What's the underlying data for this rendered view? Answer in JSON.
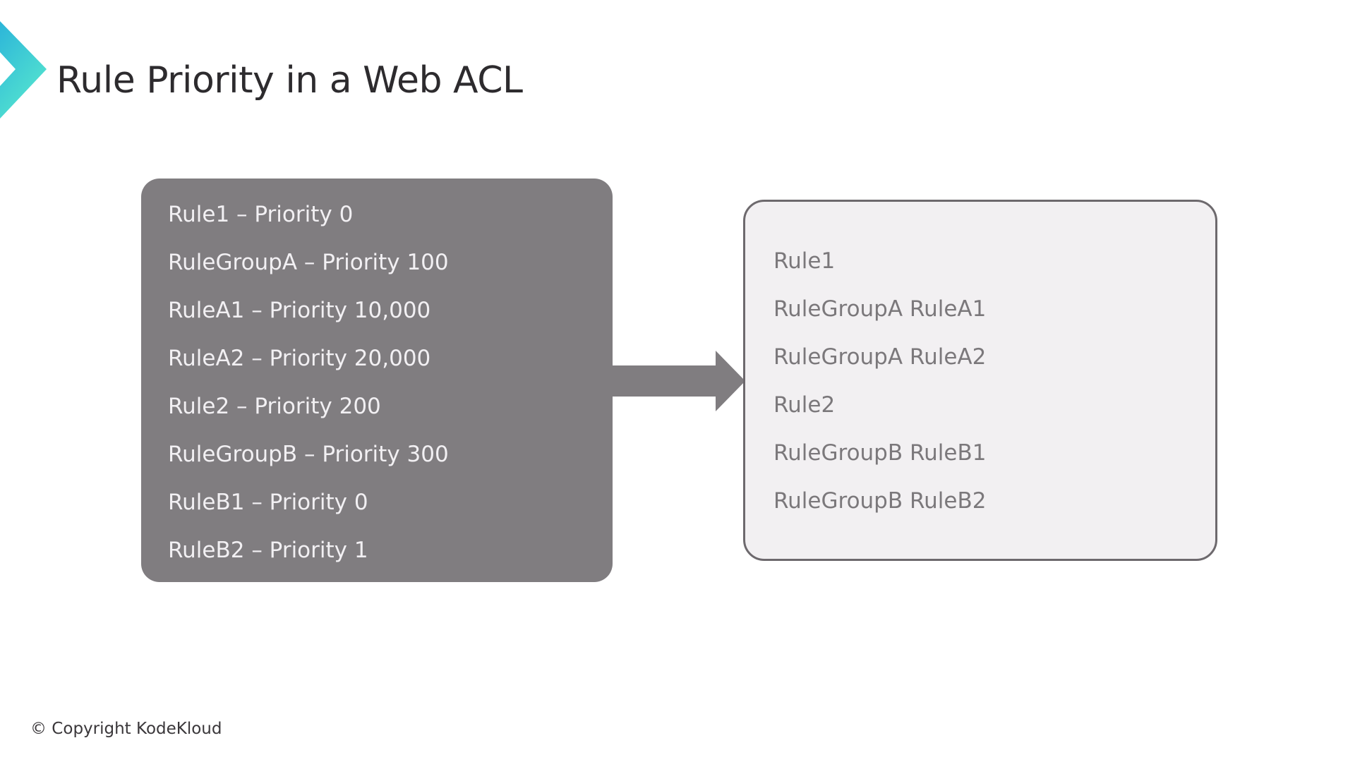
{
  "slide": {
    "title": "Rule Priority in a Web ACL",
    "copyright": "© Copyright KodeKloud"
  },
  "left_panel": {
    "items": [
      "Rule1 – Priority 0",
      "RuleGroupA – Priority 100",
      "RuleA1 – Priority 10,000",
      "RuleA2 – Priority 20,000",
      "Rule2 – Priority 200",
      "RuleGroupB – Priority 300",
      "RuleB1 – Priority 0",
      "RuleB2 – Priority 1"
    ]
  },
  "right_panel": {
    "items": [
      "Rule1",
      "RuleGroupA RuleA1",
      "RuleGroupA RuleA2",
      "Rule2",
      "RuleGroupB RuleB1",
      "RuleGroupB RuleB2"
    ]
  },
  "icons": {
    "logo": "kodekloud-chevron",
    "arrow": "right-arrow"
  },
  "colors": {
    "panel_gray": "#807d80",
    "panel_light": "#f2f0f2",
    "panel_border": "#6d696d",
    "arrow_gray": "#807d80",
    "title_text": "#2d2b2e",
    "left_item_text": "#f2f0f3",
    "right_item_text": "#7b787b",
    "logo_gradient_top": "#2cb5d9",
    "logo_gradient_bottom": "#55e5cf"
  }
}
